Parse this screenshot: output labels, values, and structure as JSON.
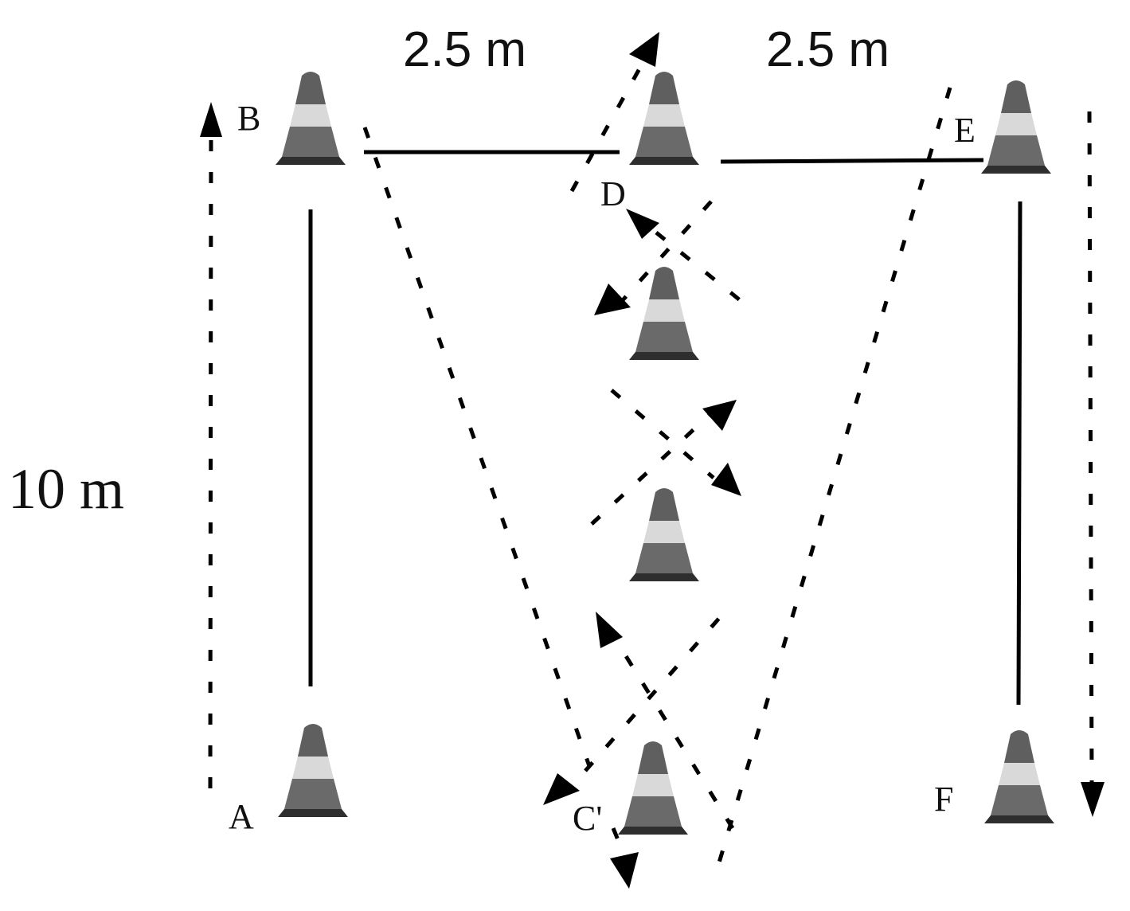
{
  "dimensions": {
    "top_left": "2.5 m",
    "top_right": "2.5 m",
    "height": "10 m"
  },
  "cone_labels": {
    "a": "A",
    "b": "B",
    "c": "C'",
    "d": "D",
    "e": "E",
    "f": "F"
  }
}
